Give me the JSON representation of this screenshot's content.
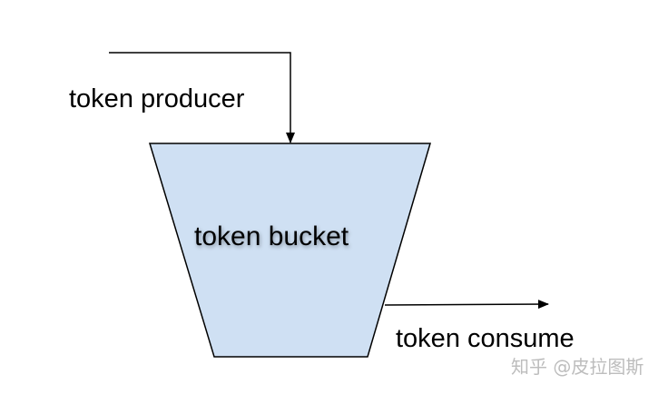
{
  "labels": {
    "producer": "token producer",
    "bucket": "token bucket",
    "consumer": "token consume"
  },
  "watermark": "知乎 @皮拉图斯",
  "colors": {
    "bucket_fill": "#cfe0f3",
    "stroke": "#000000",
    "watermark": "#bdbdbd"
  }
}
